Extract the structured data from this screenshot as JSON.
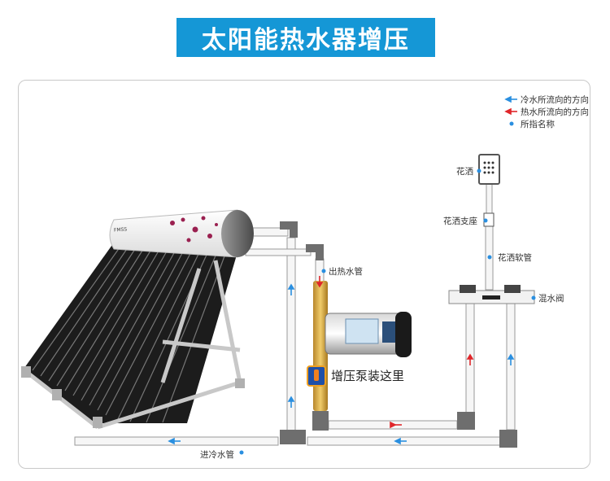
{
  "title": "太阳能热水器增压",
  "legend": {
    "cold_flow": "冷水所流向的方向",
    "hot_flow": "热水所流向的方向",
    "named_point": "所指名称"
  },
  "labels": {
    "shower_head": "花洒",
    "shower_mount": "花洒支座",
    "shower_hose": "花洒软管",
    "mixing_valve": "混水阀",
    "hot_outlet_pipe": "出热水管",
    "pump_location": "增压泵装这里",
    "cold_inlet_pipe": "进冷水管"
  },
  "heater_brand": "FMSS",
  "colors": {
    "banner": "#1597d6",
    "cold_arrow": "#2a8fe0",
    "hot_arrow": "#e0262a",
    "pipe": "#f4f4f4",
    "elbow": "#6e6e6e"
  }
}
